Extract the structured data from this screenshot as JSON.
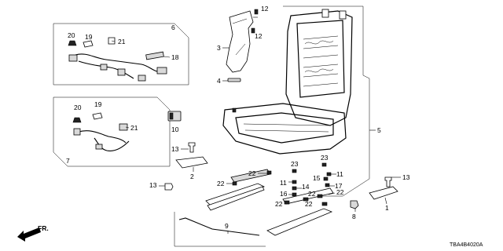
{
  "diagram_code": "TBA4B4020A",
  "direction_label": "FR.",
  "callouts": {
    "c1": "1",
    "c2": "2",
    "c3": "3",
    "c4": "4",
    "c5": "5",
    "c6": "6",
    "c7": "7",
    "c8": "8",
    "c9": "9",
    "c10": "10",
    "c11a": "11",
    "c11b": "11",
    "c12a": "12",
    "c12b": "12",
    "c13a": "13",
    "c13b": "13",
    "c13c": "13",
    "c14": "14",
    "c15": "15",
    "c16": "16",
    "c17": "17",
    "c18": "18",
    "c19a": "19",
    "c19b": "19",
    "c20a": "20",
    "c20b": "20",
    "c21a": "21",
    "c21b": "21",
    "c22a": "22",
    "c22b": "22",
    "c22c": "22",
    "c22d": "22",
    "c22e": "22",
    "c22f": "22",
    "c23a": "23",
    "c23b": "23"
  }
}
